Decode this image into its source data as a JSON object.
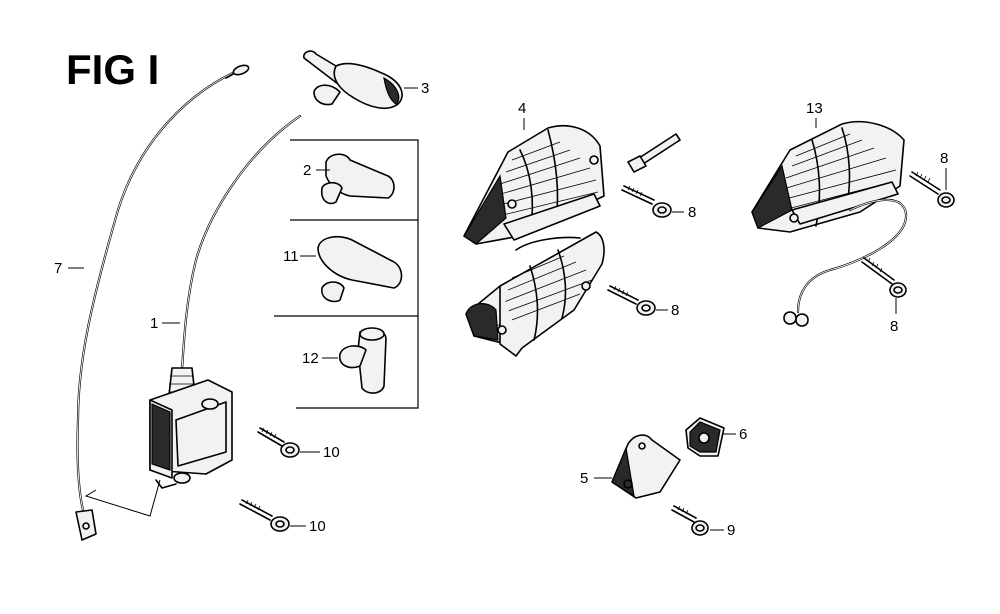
{
  "figure": {
    "title": "FIG I"
  },
  "callouts": {
    "c1": "1",
    "c2": "2",
    "c3": "3",
    "c4": "4",
    "c5": "5",
    "c6": "6",
    "c7": "7",
    "c8a": "8",
    "c8b": "8",
    "c8c": "8",
    "c8d": "8",
    "c9": "9",
    "c10a": "10",
    "c10b": "10",
    "c11": "11",
    "c12": "12",
    "c13": "13"
  }
}
